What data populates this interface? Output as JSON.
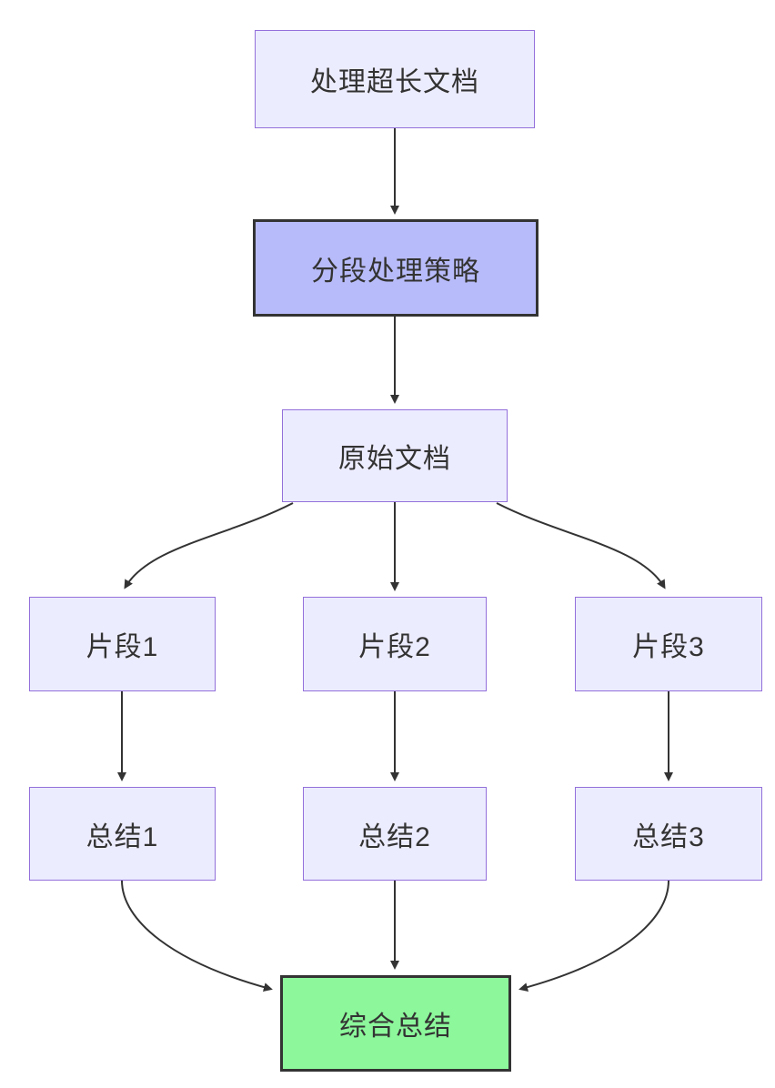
{
  "diagram": {
    "type": "flowchart",
    "direction": "top-down",
    "background": "#FFFFFF",
    "colors": {
      "node_fill": "#ECECFF",
      "node_border": "#9370DB",
      "strategy_fill": "#B8BBF9",
      "final_fill": "#8CF79B",
      "dark_border": "#333333",
      "edge": "#333333",
      "text": "#333333"
    },
    "nodes": [
      {
        "id": "title",
        "label": "处理超长文档",
        "style": "light"
      },
      {
        "id": "strategy",
        "label": "分段处理策略",
        "style": "accent"
      },
      {
        "id": "doc",
        "label": "原始文档",
        "style": "light"
      },
      {
        "id": "seg1",
        "label": "片段1",
        "style": "light"
      },
      {
        "id": "seg2",
        "label": "片段2",
        "style": "light"
      },
      {
        "id": "seg3",
        "label": "片段3",
        "style": "light"
      },
      {
        "id": "sum1",
        "label": "总结1",
        "style": "light"
      },
      {
        "id": "sum2",
        "label": "总结2",
        "style": "light"
      },
      {
        "id": "sum3",
        "label": "总结3",
        "style": "light"
      },
      {
        "id": "final",
        "label": "综合总结",
        "style": "final"
      }
    ],
    "edges": [
      {
        "from": "title",
        "to": "strategy"
      },
      {
        "from": "strategy",
        "to": "doc"
      },
      {
        "from": "doc",
        "to": "seg1"
      },
      {
        "from": "doc",
        "to": "seg2"
      },
      {
        "from": "doc",
        "to": "seg3"
      },
      {
        "from": "seg1",
        "to": "sum1"
      },
      {
        "from": "seg2",
        "to": "sum2"
      },
      {
        "from": "seg3",
        "to": "sum3"
      },
      {
        "from": "sum1",
        "to": "final"
      },
      {
        "from": "sum2",
        "to": "final"
      },
      {
        "from": "sum3",
        "to": "final"
      }
    ]
  }
}
